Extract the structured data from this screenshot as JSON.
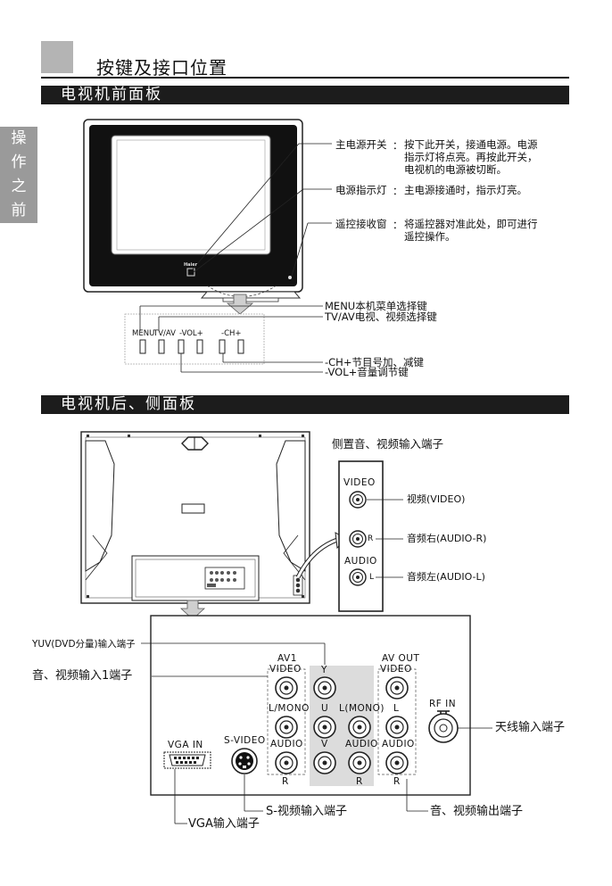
{
  "page": {
    "title": "按键及接口位置",
    "side_tab": [
      "操",
      "作",
      "之",
      "前"
    ],
    "section_front": "电视机前面板",
    "section_back": "电视机后、侧面板"
  },
  "front": {
    "brand": "Haier",
    "callouts": [
      {
        "name": "主电源开关",
        "desc": "按下此开关，接通电源。电源指示灯将点亮。再按此开关，电视机的电源被切断。"
      },
      {
        "name": "电源指示灯",
        "desc": "主电源接通时，指示灯亮。"
      },
      {
        "name": "遥控接收窗",
        "desc": "将遥控器对准此处，即可进行遥控操作。"
      }
    ],
    "buttons": {
      "menu": "MENU",
      "tvav": "TV/AV",
      "vol": "-VOL+",
      "ch": "-CH+"
    },
    "button_callouts": {
      "menu": "MENU本机菜单选择键",
      "tvav": "TV/AV电视、视频选择键",
      "ch": "-CH+节目号加、减键",
      "vol": "-VOL+音量调节键"
    }
  },
  "side": {
    "title": "侧置音、视频输入端子",
    "video_label": "VIDEO",
    "audio_label": "AUDIO",
    "r": "R",
    "l": "L",
    "callouts": [
      "视频(VIDEO)",
      "音频右(AUDIO-R)",
      "音频左(AUDIO-L)"
    ]
  },
  "rear": {
    "av1": "AV1",
    "video": "VIDEO",
    "lmono": "L/MONO",
    "audio": "AUDIO",
    "r": "R",
    "y": "Y",
    "u": "U",
    "v": "V",
    "lmono2": "L(MONO)",
    "avout": "AV OUT",
    "l": "L",
    "rfin": "RF IN",
    "vga": "VGA IN",
    "svideo": "S-VIDEO",
    "callouts": {
      "yuv": "YUV(DVD分量)输入端子",
      "av1": "音、视频输入1端子",
      "antenna": "天线输入端子",
      "vga": "VGA输入端子",
      "svideo": "S-视频输入端子",
      "avout": "音、视频输出端子"
    }
  }
}
